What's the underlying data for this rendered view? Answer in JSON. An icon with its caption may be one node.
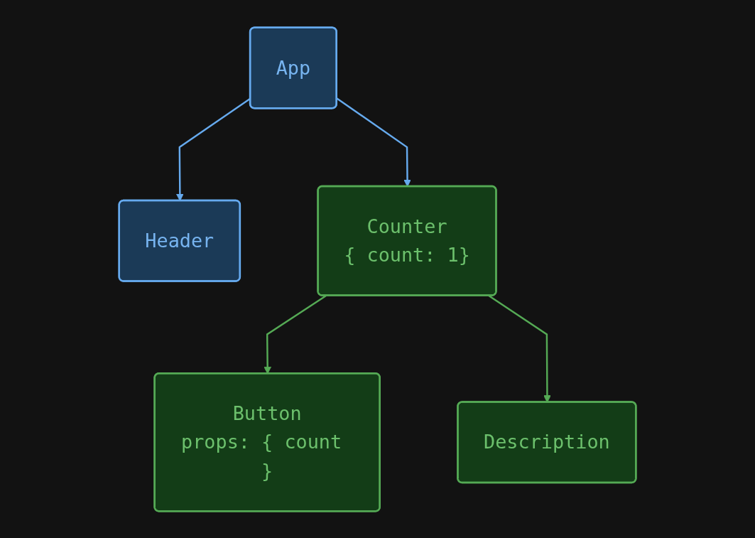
{
  "diagram": {
    "nodes": [
      {
        "text": [
          "App"
        ]
      },
      {
        "text": [
          "Header"
        ]
      },
      {
        "text": [
          "Counter",
          "{ count: 1}"
        ]
      },
      {
        "text": [
          "Button",
          "props: { count }"
        ]
      },
      {
        "text": [
          "Description"
        ]
      }
    ],
    "edges": [
      {
        "from": 0,
        "to": 1,
        "arrow": "to",
        "color": "#66aaee"
      },
      {
        "from": 0,
        "to": 2,
        "arrow": "to",
        "color": "#66aaee"
      },
      {
        "from": 2,
        "to": 3,
        "arrow": "to",
        "color": "#55aa55"
      },
      {
        "from": 2,
        "to": 4,
        "arrow": "to",
        "color": "#55aa55"
      }
    ]
  }
}
